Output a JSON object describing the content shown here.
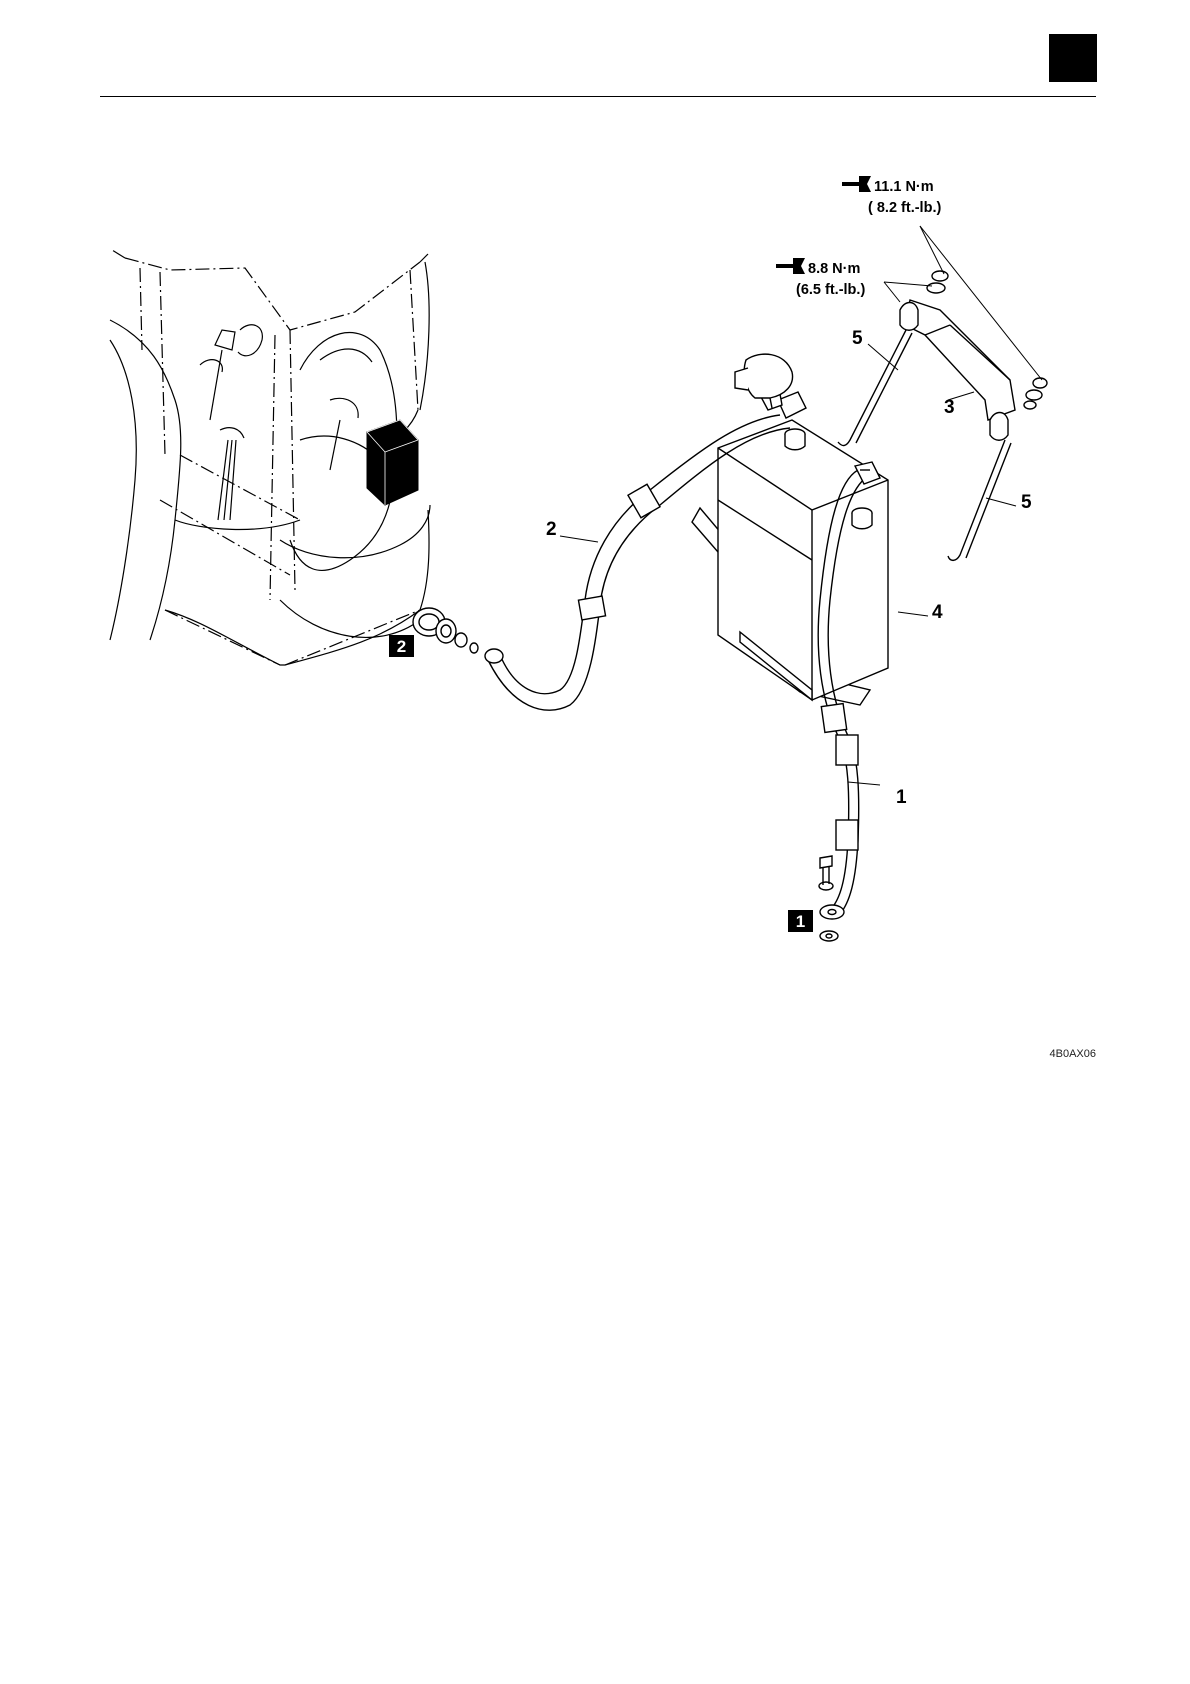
{
  "callouts": {
    "c1": "1",
    "c2": "2",
    "c3": "3",
    "c4": "4",
    "c5a": "5",
    "c5b": "5"
  },
  "boxed_refs": {
    "b1": "1",
    "b2": "2"
  },
  "torque_specs": [
    {
      "metric": "11.1 N·m",
      "imperial": "( 8.2 ft.-lb.)"
    },
    {
      "metric": "8.8 N·m",
      "imperial": "(6.5 ft.-lb.)"
    }
  ],
  "figure_code": "4B0AX06",
  "icons": {
    "torque": "torque-wrench-icon"
  },
  "colors": {
    "ink": "#000000",
    "paper": "#ffffff"
  }
}
